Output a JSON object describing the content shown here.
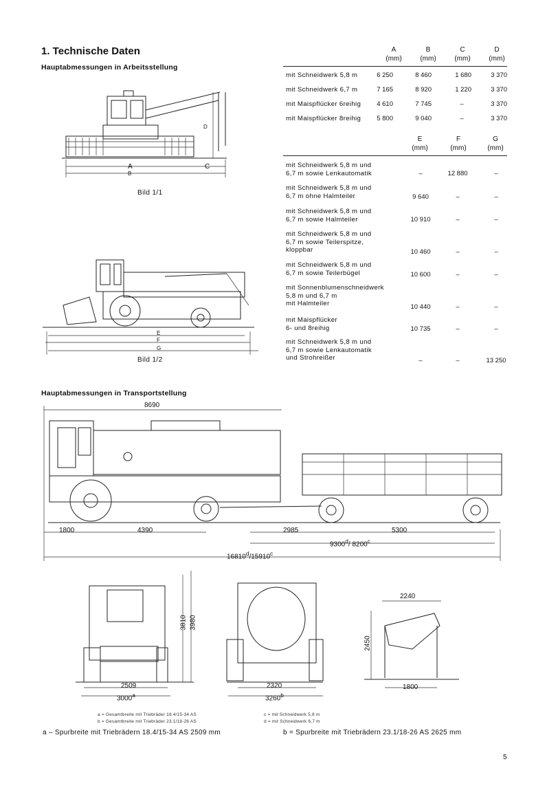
{
  "heading": "1. Technische Daten",
  "sub_work": "Hauptabmessungen in Arbeitsstellung",
  "sub_transport": "Hauptabmessungen in Transportstellung",
  "table1": {
    "headers": [
      {
        "letter": "A",
        "unit": "(mm)"
      },
      {
        "letter": "B",
        "unit": "(mm)"
      },
      {
        "letter": "C",
        "unit": "(mm)"
      },
      {
        "letter": "D",
        "unit": "(mm)"
      }
    ],
    "rows": [
      {
        "label": "mit Schneidwerk 5,8 m",
        "v": [
          "6 250",
          "8 460",
          "1 680",
          "3 370"
        ]
      },
      {
        "label": "mit Schneidwerk 6,7 m",
        "v": [
          "7 165",
          "8 920",
          "1 220",
          "3 370"
        ]
      },
      {
        "label": "mit Maispflücker 6reihig",
        "v": [
          "4 610",
          "7 745",
          "–",
          "3 370"
        ]
      },
      {
        "label": "mit Maispflücker 8reihig",
        "v": [
          "5 800",
          "9 040",
          "–",
          "3 370"
        ]
      }
    ]
  },
  "table2": {
    "headers": [
      {
        "letter": "E",
        "unit": "(mm)"
      },
      {
        "letter": "F",
        "unit": "(mm)"
      },
      {
        "letter": "G",
        "unit": "(mm)"
      }
    ],
    "rows": [
      {
        "label": "mit Schneidwerk 5,8 m und\n6,7 m sowie Lenkautomatik",
        "v": [
          "–",
          "12 880",
          "–"
        ]
      },
      {
        "label": "mit Schneidwerk 5,8 m und\n6,7 m ohne Halmteiler",
        "v": [
          "9 640",
          "–",
          "–"
        ]
      },
      {
        "label": "mit Schneidwerk 5,8 m und\n6,7 m sowie Halmteiler",
        "v": [
          "10 910",
          "–",
          "–"
        ]
      },
      {
        "label": "mit Schneidwerk 5,8 m und\n6,7 m sowie Teilerspitze,\nkloppbar",
        "v": [
          "10 460",
          "–",
          "–"
        ]
      },
      {
        "label": "mit Schneidwerk 5,8 m und\n6,7 m sowie Teilerbügel",
        "v": [
          "10 600",
          "–",
          "–"
        ]
      },
      {
        "label": "mit Sonnenblumenschneidwerk\n5,8 m und 6,7 m\nmit Halmteiler",
        "v": [
          "10 440",
          "–",
          "–"
        ]
      },
      {
        "label": "mit Maispflücker\n6- und 8reihig",
        "v": [
          "10 735",
          "–",
          "–"
        ]
      },
      {
        "label": "mit Schneidwerk 5,8 m und\n6,7 m sowie Lenkautomatik\nund Strohreißer",
        "v": [
          "–",
          "–",
          "13 250"
        ]
      }
    ]
  },
  "captions": {
    "bild1": "Bild 1/1",
    "bild2": "Bild 1/2"
  },
  "fig1_labels": {
    "a": "A",
    "b": "B",
    "c": "C",
    "d": "D"
  },
  "fig2_labels": {
    "e": "E",
    "f": "F",
    "g": "G"
  },
  "transport_dims": {
    "total_machine": "8690",
    "front_overhang": "1800",
    "wheelbase": "4390",
    "drawbar": "2985",
    "trailer": "5300",
    "trailer_total": "9300",
    "trailer_total_sup": "d",
    "trailer_total_alt": "/ 8200",
    "trailer_total_alt_sup": "c",
    "overall": "16810",
    "overall_sup": "d",
    "overall_alt": "/15910",
    "overall_alt_sup": "c"
  },
  "front_dims": {
    "h1": "3810",
    "h2": "3980",
    "w1": "2509",
    "w2": "3000",
    "w2_sup": "a",
    "w3": "2320",
    "w4": "3260",
    "w4_sup": "b",
    "hdr_w": "2240",
    "hdr_h": "2450",
    "hdr_base": "1800"
  },
  "legend": {
    "a": "a  =  Gesamtbreite  mit  Triebräder  18.4/15-34 AS",
    "b": "b  =  Gesamtbreite  mit  Triebräder  23.1/18-26 AS",
    "c": "c  =  mit  Schneidwerk  5,8 m",
    "d": "d  =  mit  Schneidwerk  6,7 m"
  },
  "footnotes": {
    "a": "a  –   Spurbreite  mit  Triebrädern  18.4/15-34 AS  2509  mm",
    "b": "b  =   Spurbreite  mit  Triebrädern  23.1/18-26 AS  2625  mm"
  },
  "page_number": "5"
}
